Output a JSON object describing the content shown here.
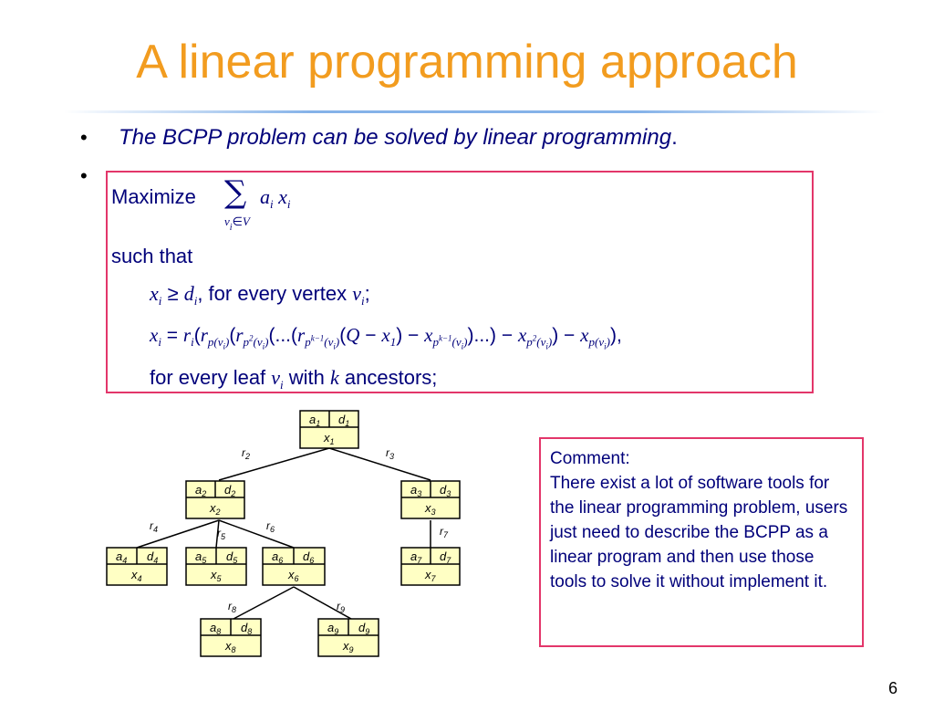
{
  "title": "A linear programming approach",
  "bullets": {
    "first_text": "The BCPP problem can be solved by linear programming",
    "first_period": ".",
    "symbol": "•"
  },
  "lp": {
    "maximize_label": "Maximize",
    "objective": "a_i x_i",
    "objective_range": "v_i ∈ V",
    "such_that": "such that",
    "constraint1": "x_i ≥ d_i, for every vertex v_i;",
    "constraint2": "x_i = r_i(r_p(v_i)(r_p²(v_i)(...(r_p^(k−1)(v_i)(Q − x_1) − x_p^(k−1)(v_i))...) − x_p²(v_i)) − x_p(v_i)),",
    "constraint3": "for every leaf v_i with k ancestors;"
  },
  "tree": {
    "nodes": [
      {
        "id": "1",
        "a": "a1",
        "d": "d1",
        "x": "x1"
      },
      {
        "id": "2",
        "a": "a2",
        "d": "d2",
        "x": "x2"
      },
      {
        "id": "3",
        "a": "a3",
        "d": "d3",
        "x": "x3"
      },
      {
        "id": "4",
        "a": "a4",
        "d": "d4",
        "x": "x4"
      },
      {
        "id": "5",
        "a": "a5",
        "d": "d5",
        "x": "x5"
      },
      {
        "id": "6",
        "a": "a6",
        "d": "d6",
        "x": "x6"
      },
      {
        "id": "7",
        "a": "a7",
        "d": "d7",
        "x": "x7"
      },
      {
        "id": "8",
        "a": "a8",
        "d": "d8",
        "x": "x8"
      },
      {
        "id": "9",
        "a": "a9",
        "d": "d9",
        "x": "x9"
      }
    ],
    "edge_labels": [
      "r2",
      "r3",
      "r4",
      "r5",
      "r6",
      "r7",
      "r8",
      "r9"
    ],
    "node_fill": "#ffffc4",
    "node_stroke": "#000000"
  },
  "comment": {
    "heading": "Comment:",
    "body": "There exist a lot of software tools for the linear programming problem, users just need to describe the BCPP as a linear program and then use those tools to solve it without implement it."
  },
  "colors": {
    "title": "#f29c1f",
    "text": "#00007a",
    "box_border": "#e3366a"
  },
  "page_number": "6"
}
